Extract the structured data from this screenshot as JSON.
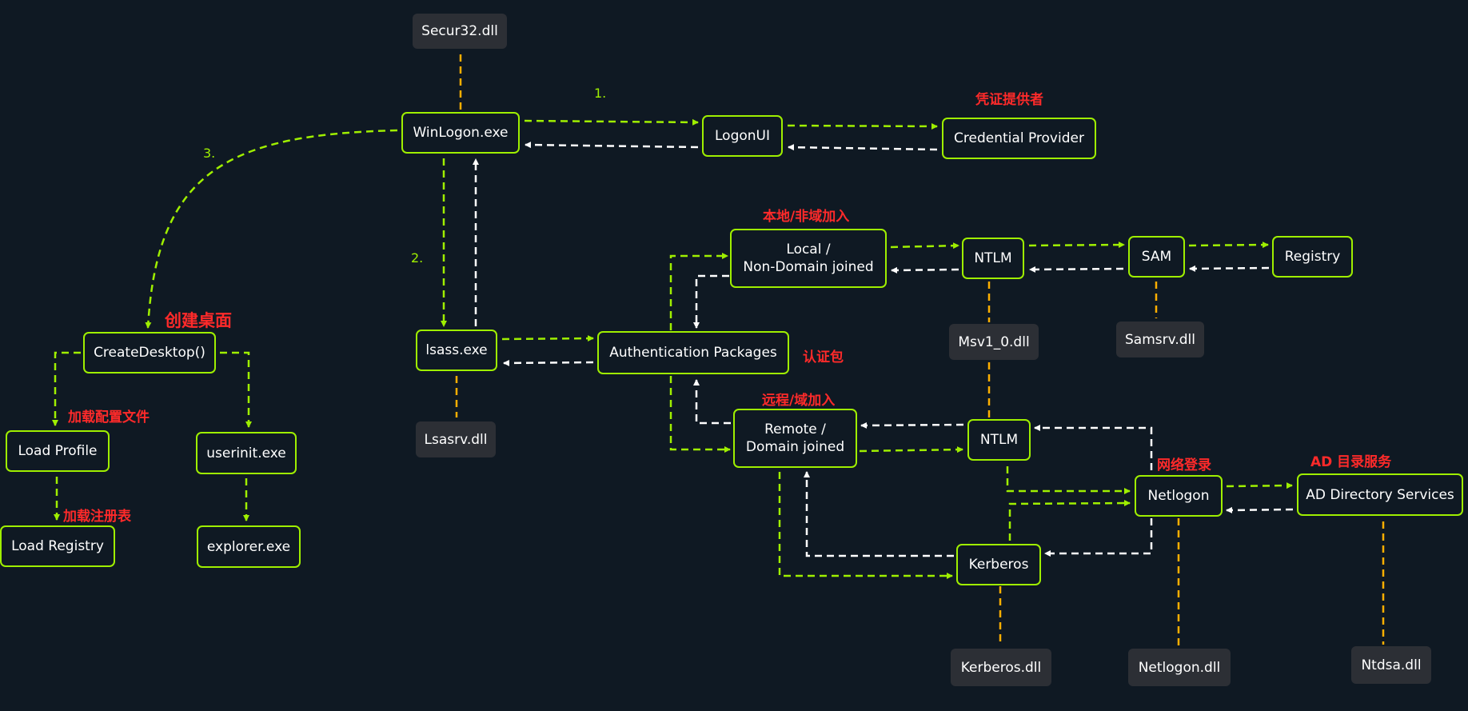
{
  "colors": {
    "background": "#0f1923",
    "node_border": "#9fef00",
    "node_fill": "#0f1923",
    "dll_fill": "#2c2f35",
    "green_arrow": "#9fef00",
    "white_arrow": "#ffffff",
    "orange_link": "#ffaf00",
    "annotation_red": "#ff2a2a"
  },
  "nodes": {
    "winlogon": "WinLogon.exe",
    "logonui": "LogonUI",
    "credential_provider": "Credential Provider",
    "lsass": "lsass.exe",
    "auth_packages": "Authentication Packages",
    "local_joined": "Local /\nNon-Domain joined",
    "remote_joined": "Remote /\nDomain joined",
    "ntlm_local": "NTLM",
    "sam": "SAM",
    "registry": "Registry",
    "ntlm_remote": "NTLM",
    "netlogon": "Netlogon",
    "ad_directory": "AD Directory Services",
    "kerberos": "Kerberos",
    "create_desktop": "CreateDesktop()",
    "load_profile": "Load Profile",
    "load_registry": "Load Registry",
    "userinit": "userinit.exe",
    "explorer": "explorer.exe"
  },
  "dlls": {
    "secur32": "Secur32.dll",
    "lsasrv": "Lsasrv.dll",
    "msv1_0": "Msv1_0.dll",
    "samsrv": "Samsrv.dll",
    "kerberos_dll": "Kerberos.dll",
    "netlogon_dll": "Netlogon.dll",
    "ntdsa": "Ntdsa.dll"
  },
  "annotations": {
    "credential_provider_cn": "凭证提供者",
    "local_cn": "本地/非域加入",
    "remote_cn": "远程/域加入",
    "auth_packages_cn": "认证包",
    "network_logon_cn": "网络登录",
    "ad_cn": "AD 目录服务",
    "create_desktop_cn": "创建桌面",
    "load_profile_cn": "加载配置文件",
    "load_registry_cn": "加载注册表"
  },
  "steps": {
    "step1": "1.",
    "step2": "2.",
    "step3": "3."
  }
}
